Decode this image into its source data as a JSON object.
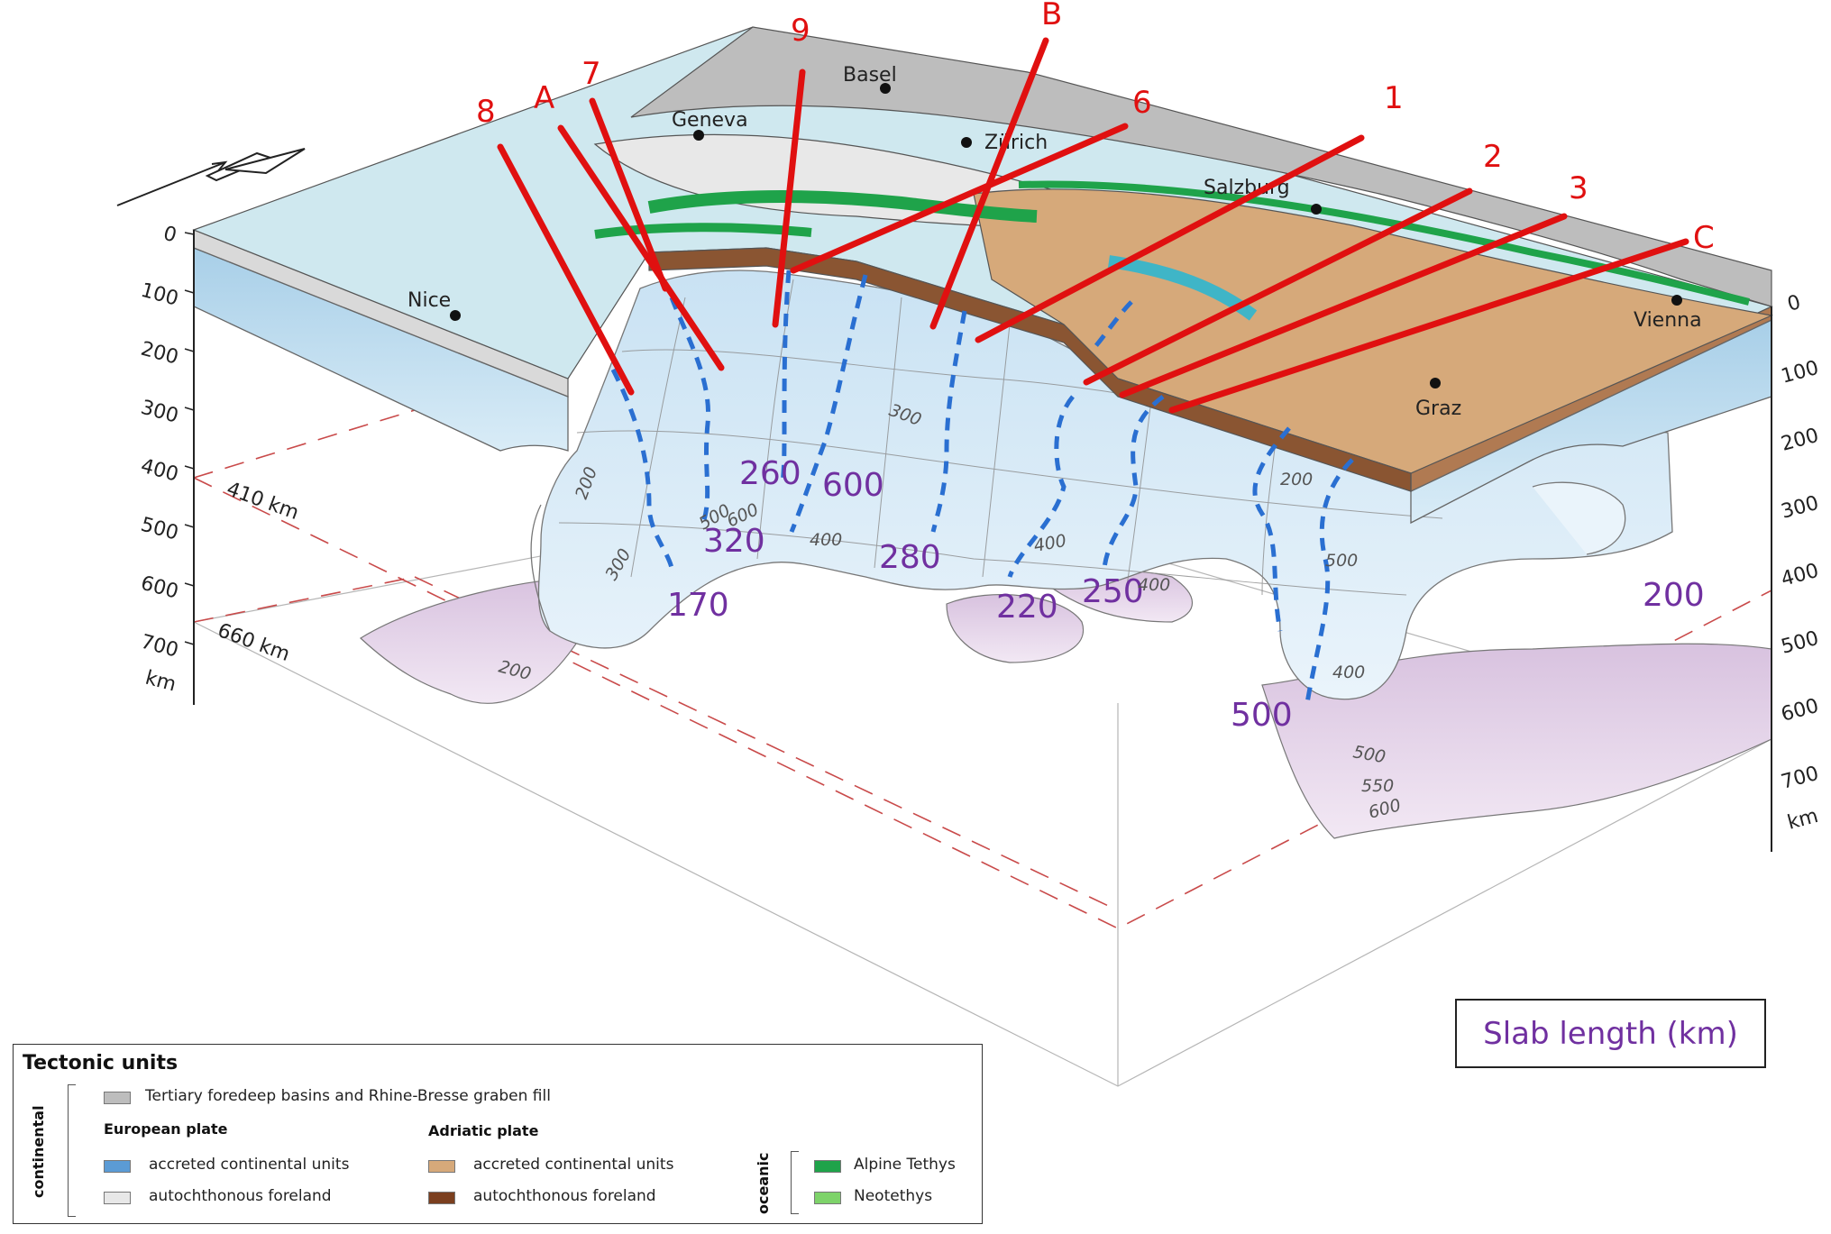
{
  "cities": [
    {
      "id": "basel",
      "label": "Basel"
    },
    {
      "id": "geneva",
      "label": "Geneva"
    },
    {
      "id": "zurich",
      "label": "Zürich"
    },
    {
      "id": "salzburg",
      "label": "Salzburg"
    },
    {
      "id": "nice",
      "label": "Nice"
    },
    {
      "id": "vienna",
      "label": "Vienna"
    },
    {
      "id": "graz",
      "label": "Graz"
    }
  ],
  "profile_lines": [
    "8",
    "A",
    "7",
    "9",
    "B",
    "6",
    "1",
    "2",
    "3",
    "C"
  ],
  "slab_lengths": [
    "260",
    "600",
    "320",
    "170",
    "280",
    "220",
    "250",
    "500",
    "200"
  ],
  "left_depth_axis": {
    "ticks": [
      "0",
      "100",
      "200",
      "300",
      "400",
      "500",
      "600",
      "700"
    ],
    "unit": "km"
  },
  "right_depth_axis": {
    "ticks": [
      "0",
      "100",
      "200",
      "300",
      "400",
      "500",
      "600",
      "700"
    ],
    "unit": "km"
  },
  "transition_zones": [
    "410 km",
    "660 km"
  ],
  "contour_labels": [
    "200",
    "300",
    "500",
    "300",
    "400",
    "400",
    "200",
    "400",
    "500",
    "400",
    "500",
    "550",
    "600",
    "200",
    "600"
  ],
  "slab_box_label": "Slab length (km)",
  "colors": {
    "profile_red": "#e01010",
    "slab_violet": "#7030a0",
    "slab_dash_blue": "#2a6fd1",
    "european_accreted": "#5b9bd5",
    "european_foreland": "#e8e8e8",
    "adriatic_accreted": "#d6a97a",
    "adriatic_foreland": "#7b3f1f",
    "alpine_tethys": "#1fa34a",
    "neotethys": "#7ed36a",
    "foredeep": "#bdbdbd"
  },
  "legend": {
    "title": "Tectonic units",
    "continental": "continental",
    "oceanic": "oceanic",
    "foredeep": "Tertiary foredeep basins and Rhine-Bresse graben fill",
    "european": {
      "heading": "European plate",
      "accreted": "accreted continental units",
      "foreland": "autochthonous foreland"
    },
    "adriatic": {
      "heading": "Adriatic plate",
      "accreted": "accreted continental units",
      "foreland": "autochthonous foreland"
    },
    "alpine_tethys": "Alpine Tethys",
    "neotethys": "Neotethys"
  }
}
